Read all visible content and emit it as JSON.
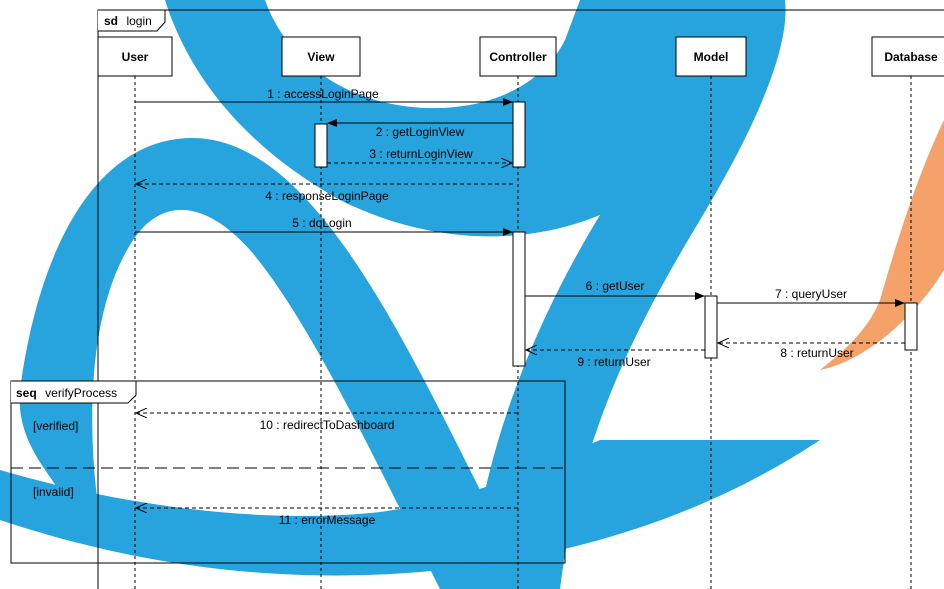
{
  "frame": {
    "keyword": "sd",
    "name": "login"
  },
  "lifelines": [
    {
      "id": "user",
      "label": "User"
    },
    {
      "id": "view",
      "label": "View"
    },
    {
      "id": "controller",
      "label": "Controller"
    },
    {
      "id": "model",
      "label": "Model"
    },
    {
      "id": "database",
      "label": "Database"
    }
  ],
  "messages": [
    {
      "label": "1 : accessLoginPage",
      "kind": "call"
    },
    {
      "label": "2 : getLoginView",
      "kind": "call"
    },
    {
      "label": "3 : returnLoginView",
      "kind": "return"
    },
    {
      "label": "4 : responseLoginPage",
      "kind": "return"
    },
    {
      "label": "5 : doLogin",
      "kind": "call"
    },
    {
      "label": "6 : getUser",
      "kind": "call"
    },
    {
      "label": "7 : queryUser",
      "kind": "call"
    },
    {
      "label": "8 : returnUser",
      "kind": "return"
    },
    {
      "label": "9 : returnUser",
      "kind": "return"
    },
    {
      "label": "10 : redirectToDashboard",
      "kind": "return"
    },
    {
      "label": "11 : errorMessage",
      "kind": "return"
    }
  ],
  "fragment": {
    "keyword": "seq",
    "name": "verifyProcess",
    "guards": [
      "[verified]",
      "[invalid]"
    ]
  },
  "colors": {
    "watermark_blue": "#27a3dd",
    "watermark_orange": "#f5a16a",
    "line": "#000000"
  }
}
